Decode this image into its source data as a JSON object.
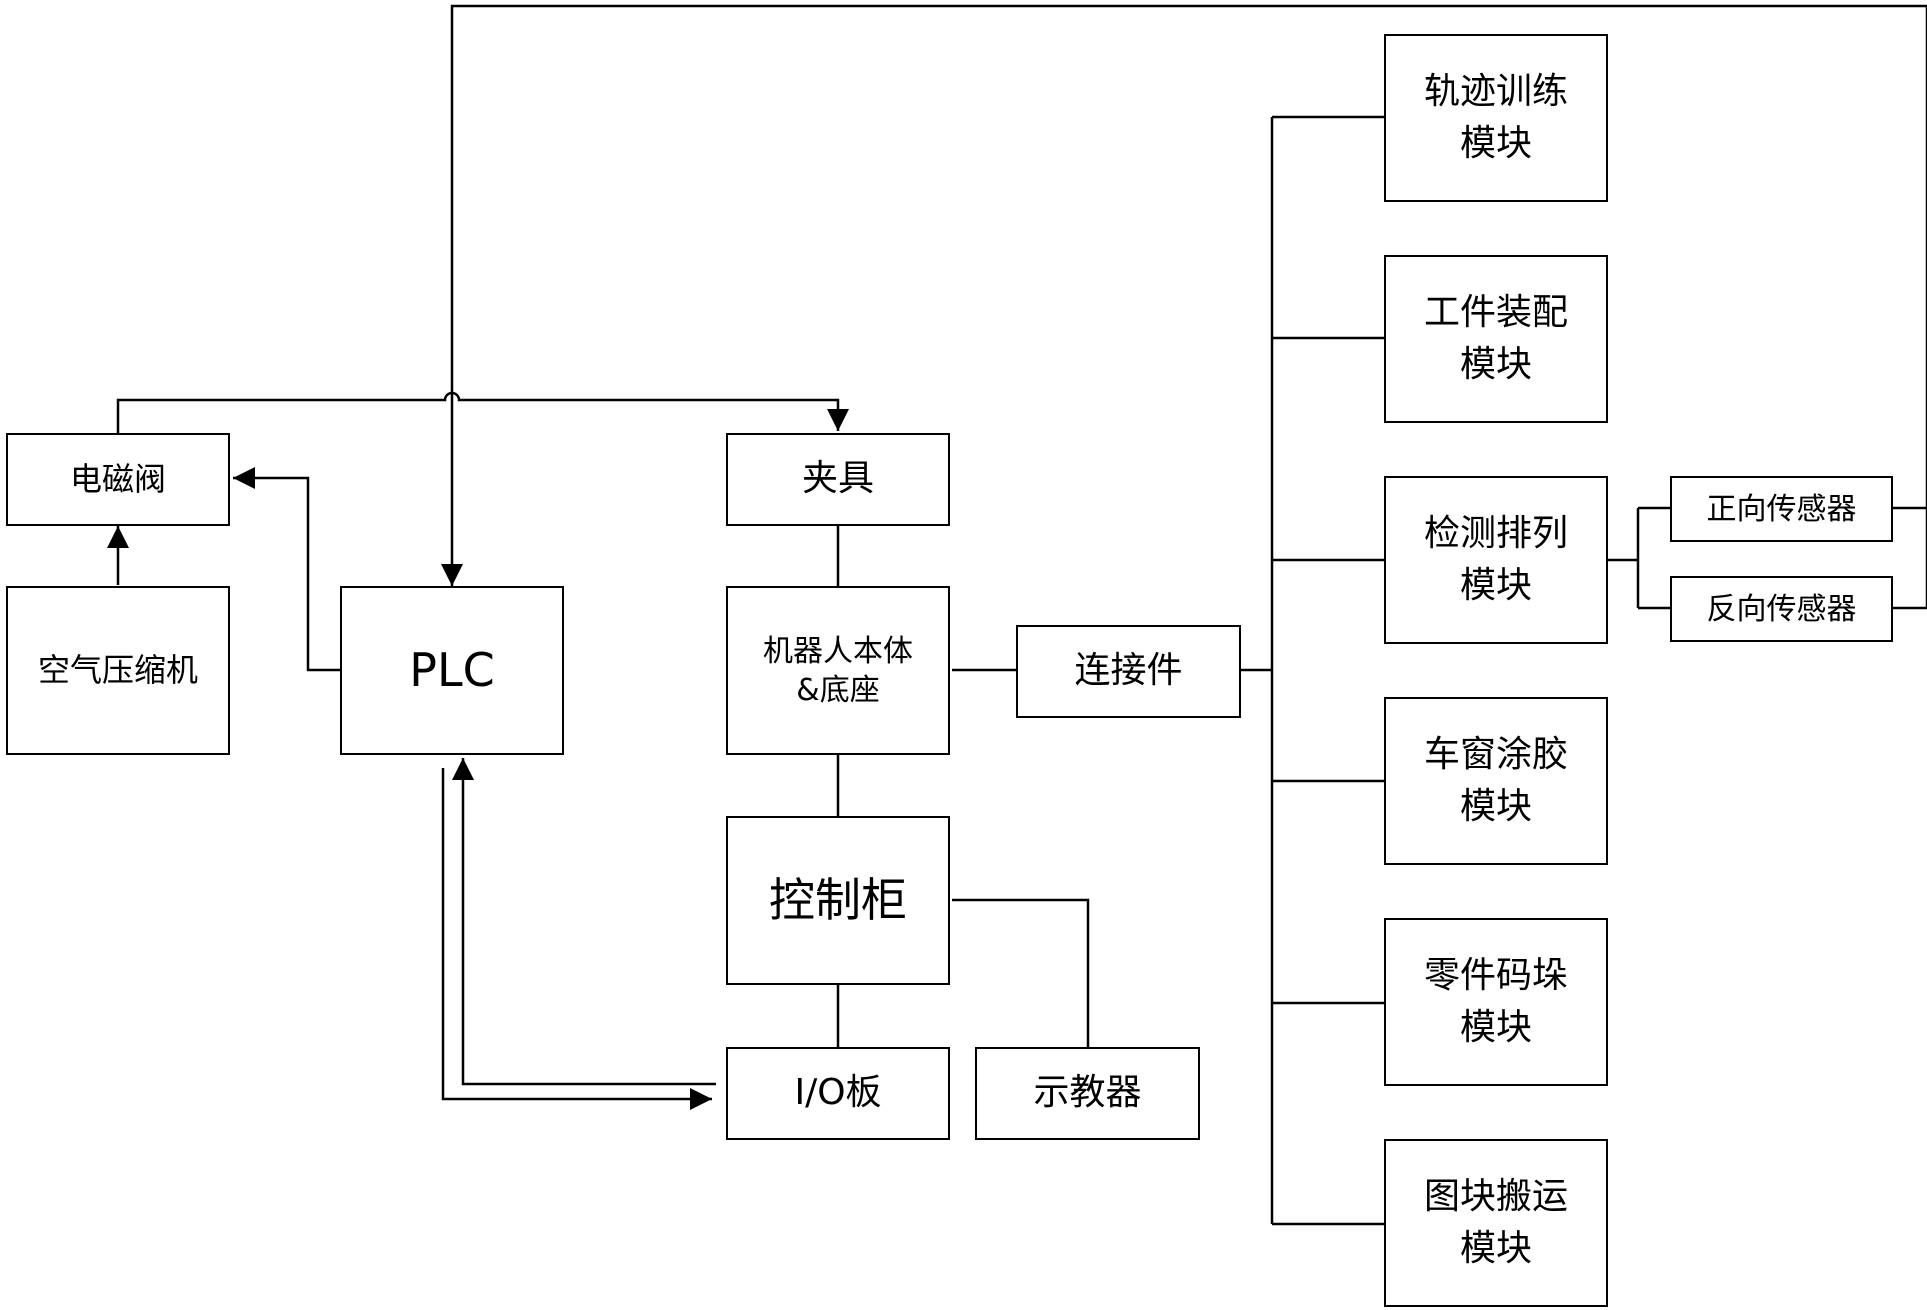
{
  "colors": {
    "stroke": "#000000",
    "background": "#ffffff"
  },
  "boxes": {
    "solenoid_valve": "电磁阀",
    "air_compressor": "空气压缩机",
    "plc": "PLC",
    "fixture": "夹具",
    "robot_body": "机器人本体\n&底座",
    "connector": "连接件",
    "control_cabinet": "控制柜",
    "io_board": "I/O板",
    "teach_pendant": "示教器",
    "trajectory_training": "轨迹训练\n模块",
    "workpiece_assembly": "工件装配\n模块",
    "detection_arrangement": "检测排列\n模块",
    "window_gluing": "车窗涂胶\n模块",
    "parts_stacking": "零件码垛\n模块",
    "block_handling": "图块搬运\n模块",
    "forward_sensor": "正向传感器",
    "reverse_sensor": "反向传感器"
  }
}
